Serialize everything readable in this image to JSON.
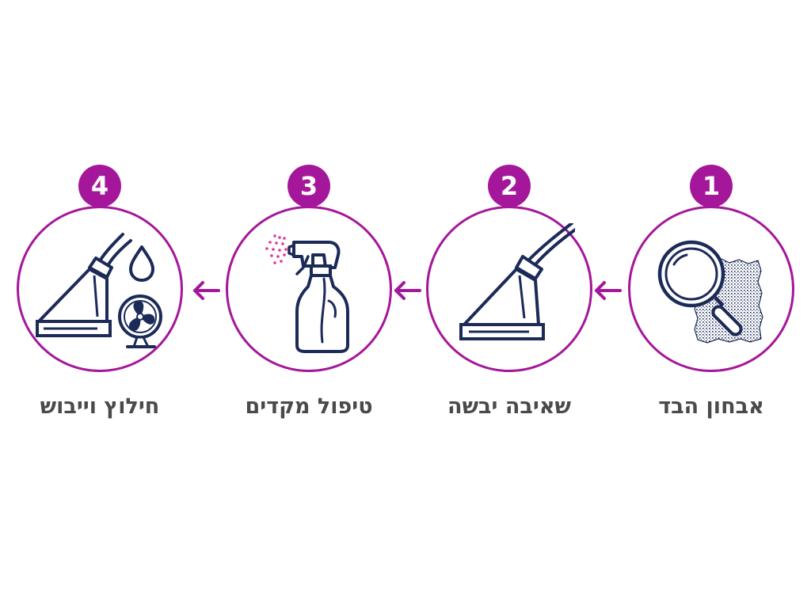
{
  "colors": {
    "accent": "#a5179a",
    "icon_stroke": "#1c2a58",
    "label_text": "#4a4a4a",
    "background": "#ffffff"
  },
  "steps": [
    {
      "number": "1",
      "label": "אבחון הבד",
      "icon": "magnifier-fabric-icon"
    },
    {
      "number": "2",
      "label": "שאיבה יבשה",
      "icon": "vacuum-nozzle-icon"
    },
    {
      "number": "3",
      "label": "טיפול מקדים",
      "icon": "spray-bottle-icon"
    },
    {
      "number": "4",
      "label": "חילוץ וייבוש",
      "icon": "extraction-drying-icon"
    }
  ],
  "arrows": [
    {
      "icon": "arrow-left-icon"
    },
    {
      "icon": "arrow-left-icon"
    },
    {
      "icon": "arrow-left-icon"
    }
  ]
}
